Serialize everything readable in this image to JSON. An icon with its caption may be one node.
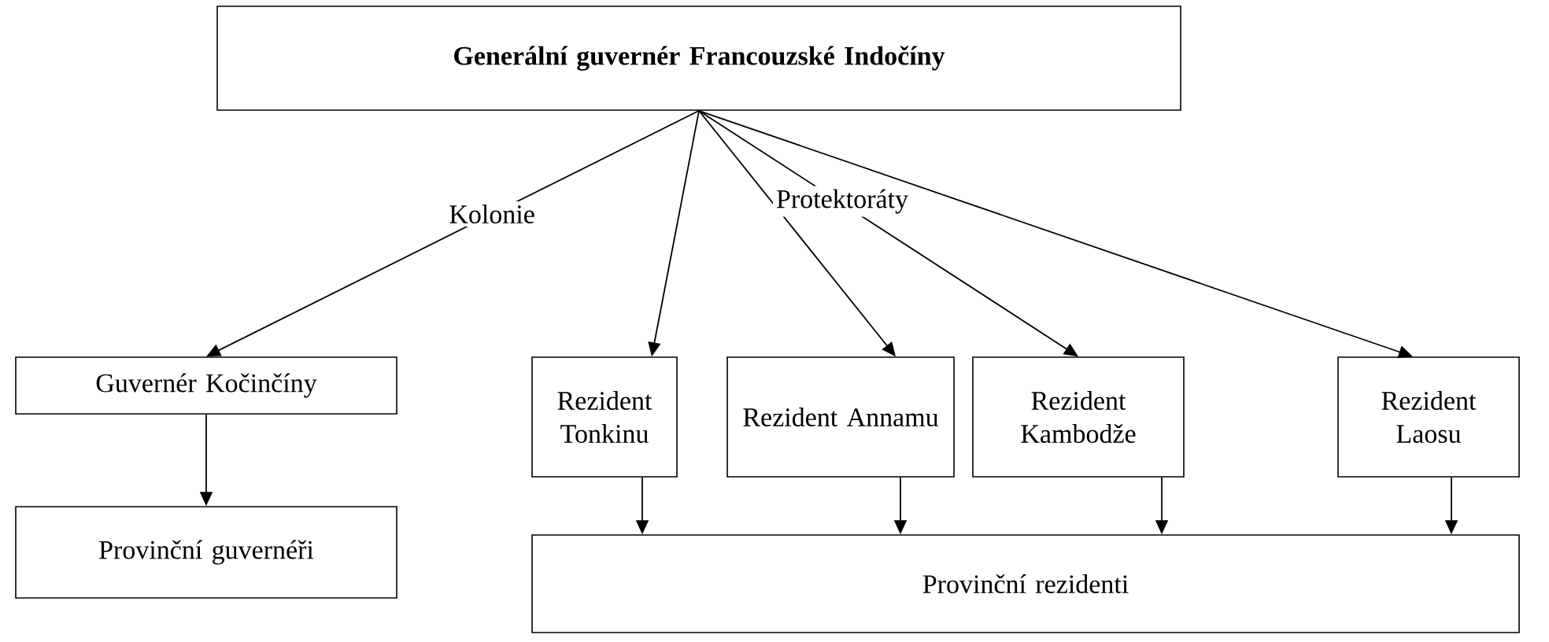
{
  "diagram": {
    "nodes": [
      {
        "text": [
          "Generální guvernér Francouzské Indočíny"
        ]
      },
      {
        "text": [
          "Guvernér Kočinčíny"
        ]
      },
      {
        "text": [
          "Rezident Tonkinu"
        ]
      },
      {
        "text": [
          "Rezident Annamu"
        ]
      },
      {
        "text": [
          "Rezident Kambodže"
        ]
      },
      {
        "text": [
          "Rezident Laosu"
        ]
      },
      {
        "text": [
          "Provinční guvernéři"
        ]
      },
      {
        "text": [
          "Provinční rezidenti"
        ]
      }
    ],
    "edges": [
      {
        "from": 0,
        "to": 1,
        "arrow": "to",
        "label": "Kolonie"
      },
      {
        "from": 0,
        "to": 2,
        "arrow": "to"
      },
      {
        "from": 0,
        "to": 3,
        "arrow": "to"
      },
      {
        "from": 0,
        "to": 4,
        "arrow": "to"
      },
      {
        "from": 0,
        "to": 5,
        "arrow": "to"
      },
      {
        "from": 1,
        "to": 6,
        "arrow": "to"
      },
      {
        "from": 2,
        "to": 7,
        "arrow": "to"
      },
      {
        "from": 3,
        "to": 7,
        "arrow": "to"
      },
      {
        "from": 4,
        "to": 7,
        "arrow": "to"
      },
      {
        "from": 5,
        "to": 7,
        "arrow": "to"
      }
    ],
    "labels": [
      "Protektoráty"
    ]
  }
}
